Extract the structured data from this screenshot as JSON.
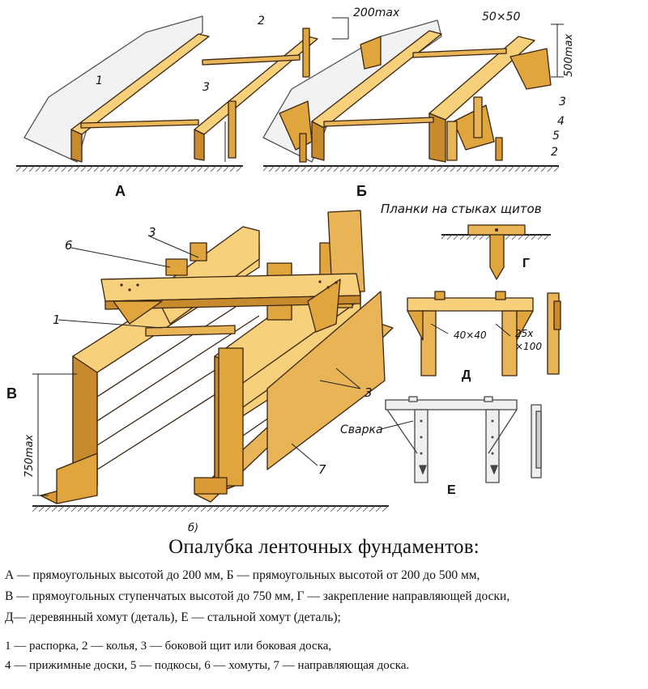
{
  "figure": {
    "panels": {
      "a": {
        "letter": "А"
      },
      "b": {
        "letter": "Б"
      },
      "v": {
        "letter": "В"
      },
      "g": {
        "letter": "Г"
      },
      "d": {
        "letter": "Д"
      },
      "e": {
        "letter": "Е"
      }
    },
    "dimensions": {
      "max200": "200max",
      "beam": "50×50",
      "max500": "500max",
      "max750": "750max",
      "bar40": "40×40",
      "board25": "25x",
      "board100": "×100"
    },
    "callouts": {
      "n1a": "1",
      "n2a": "2",
      "n3a": "3",
      "n3b": "3",
      "n4b": "4",
      "n5b": "5",
      "n2b": "2",
      "n3v": "3",
      "n6v": "6",
      "n1v": "1",
      "n3v2": "3",
      "n7v": "7",
      "sub_b": "б)",
      "planks": "Планки на стыках щитов",
      "welding": "Сварка"
    }
  },
  "caption": {
    "title": "Опалубка ленточных фундаментов:",
    "lines": [
      "А — прямоугольных высотой до 200 мм, Б — прямоугольных высотой от 200 до 500 мм,",
      "В — прямоугольных ступенчатых высотой до 750 мм, Г — закрепление направляющей доски,",
      "Д— деревянный хомут (деталь), Е — стальной хомут (деталь);"
    ],
    "legend": [
      "1 — распорка, 2 — колья, 3 — боковой щит или боковая доска,",
      "4 — прижимные доски, 5 — подкосы, 6 — хомуты, 7 — направляющая доска."
    ]
  },
  "colors": {
    "wood_light": "#f2c46a",
    "wood_mid": "#e0a53c",
    "wood_dark": "#b87a22",
    "outline": "#3a2410",
    "steel": "#e9e9e9"
  }
}
